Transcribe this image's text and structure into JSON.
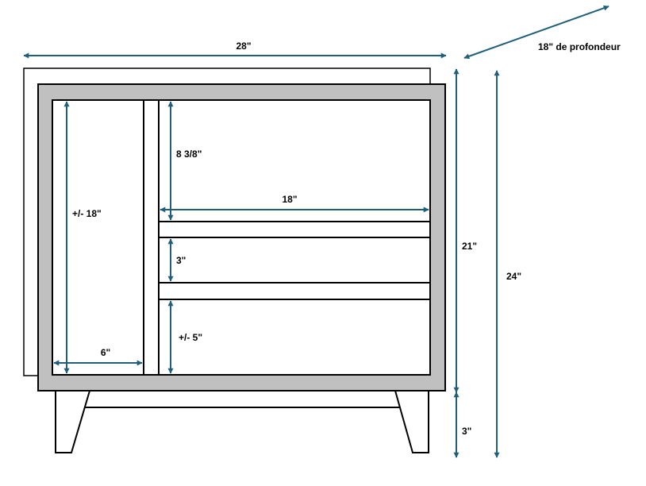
{
  "colors": {
    "frame_fill": "#c0c0c0",
    "line": "#000000",
    "arrow": "#1f5f7a",
    "background": "#ffffff"
  },
  "dimensions": {
    "overall_width": "28\"",
    "depth": "18\" de profondeur",
    "cabinet_height": "21\"",
    "total_height": "24\"",
    "leg_height": "3\"",
    "left_compartment_height": "+/- 18\"",
    "left_compartment_width": "6\"",
    "top_drawer_height": "8 3/8\"",
    "drawer_width": "18\"",
    "middle_drawer_height": "3\"",
    "bottom_drawer_height": "+/- 5\""
  }
}
